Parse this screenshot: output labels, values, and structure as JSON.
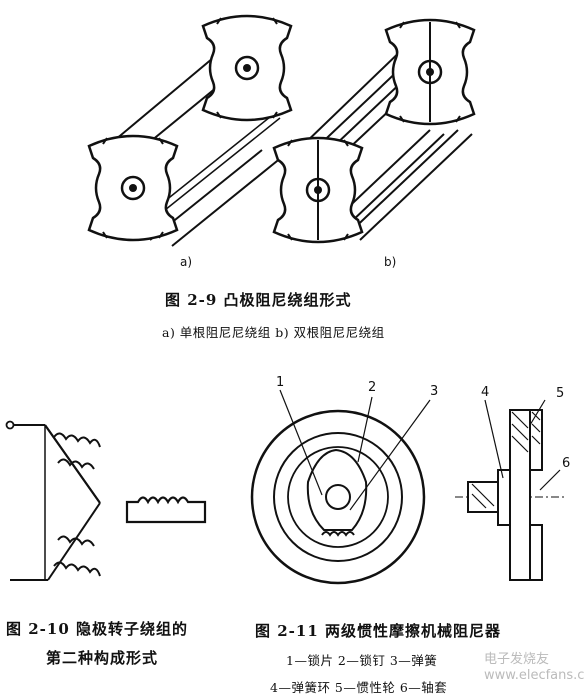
{
  "fig_2_9": {
    "label_a": "a)",
    "label_b": "b)",
    "title": "图 2-9   凸极阻尼绕组形式",
    "subtitle": "a) 单根阻尼尼绕组   b) 双根阻尼尼绕组"
  },
  "fig_2_10": {
    "title_line1": "图 2-10   隐极转子绕组的",
    "title_line2": "第二种构成形式"
  },
  "fig_2_11": {
    "title": "图 2-11   两级惯性摩擦机械阻尼器",
    "legend_line1": "1—锁片  2—锁钉  3—弹簧",
    "legend_line2": "4—弹簧环  5—惯性轮  6—轴套",
    "callouts": [
      "1",
      "2",
      "3",
      "4",
      "5",
      "6"
    ]
  },
  "watermark": "电子发烧友 www.elecfans.com"
}
